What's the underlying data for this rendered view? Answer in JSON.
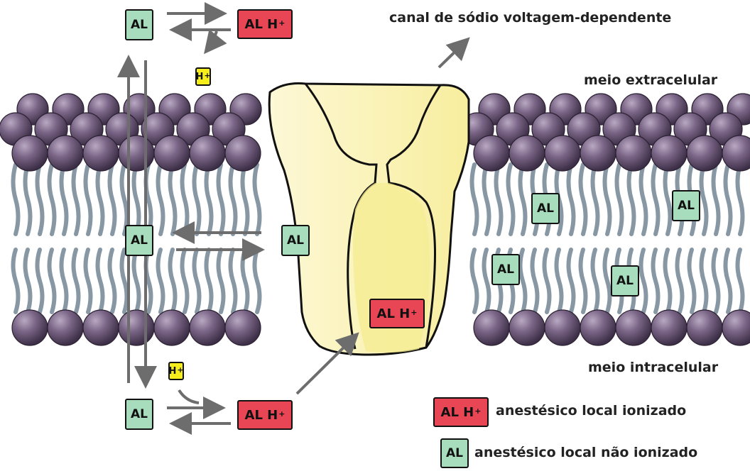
{
  "labels": {
    "canal": "canal de sódio voltagem-dependente",
    "extracelular": "meio extracelular",
    "intracelular": "meio intracelular"
  },
  "molecules": {
    "al": "AL",
    "alh_main": "AL H",
    "plus": "+",
    "h": "H"
  },
  "legend": {
    "ionized_symbol": "AL H",
    "ionized_text": "anestésico local  ionizado",
    "non_ionized_symbol": "AL",
    "non_ionized_text": "anestésico local não ionizado"
  },
  "colors": {
    "head": "#6b5877",
    "tail": "#8797a3",
    "channel": "#faf2b6",
    "channel_inner": "#f6ec91",
    "al": "#a7dcbd",
    "alh": "#e84655",
    "h": "#f5ee1b",
    "arrow": "#6d6d6d"
  }
}
